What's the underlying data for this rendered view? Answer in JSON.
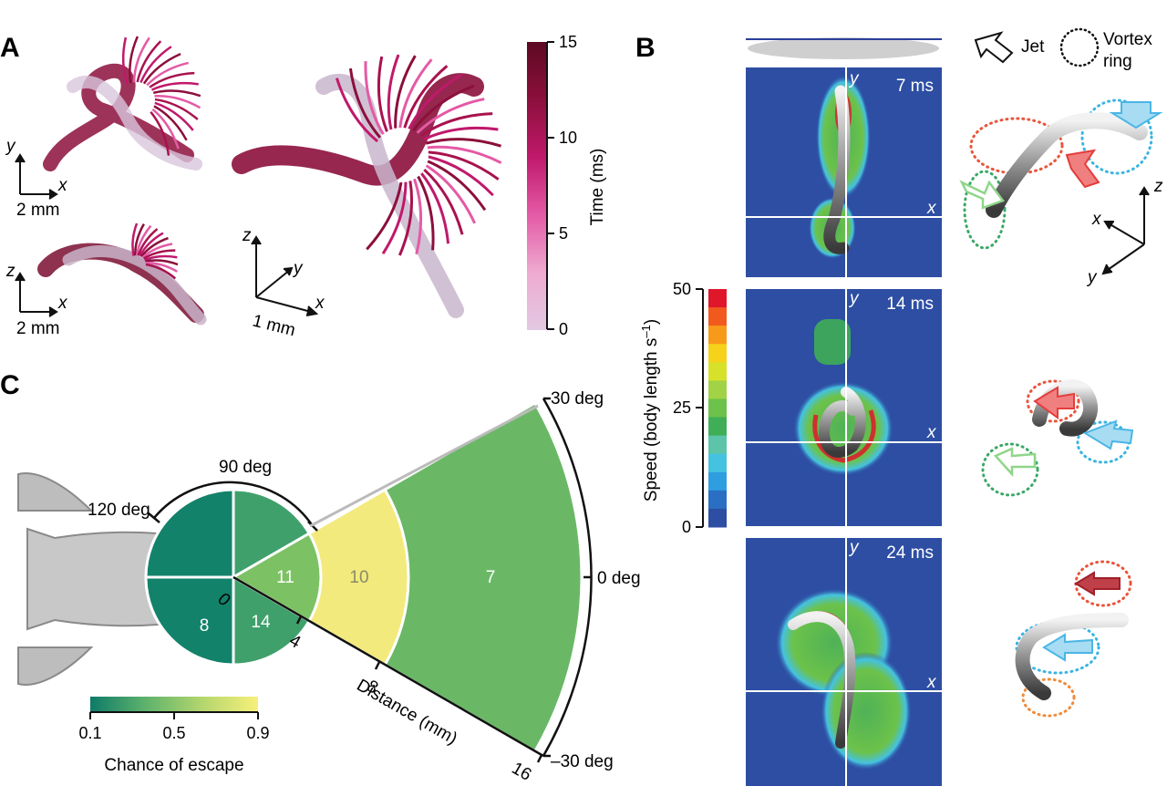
{
  "panels": {
    "a": "A",
    "b": "B",
    "c": "C"
  },
  "panel_a": {
    "axes_top": {
      "y": "y",
      "x": "x",
      "scale": "2 mm"
    },
    "axes_bottom": {
      "z": "z",
      "x": "x",
      "scale": "2 mm"
    },
    "axes_3d": {
      "z": "z",
      "y": "y",
      "x": "x",
      "scale": "1 mm"
    }
  },
  "time_colorbar": {
    "label": "Time (ms)",
    "ticks": [
      "15",
      "10",
      "5",
      "0"
    ],
    "colors": [
      "#5c0a22",
      "#8c0f3c",
      "#c0196c",
      "#e45aa6",
      "#eeaad0",
      "#e3c9e3"
    ]
  },
  "panel_b": {
    "legend": {
      "jet": "Jet",
      "vortex_line1": "Vortex",
      "vortex_line2": "ring"
    },
    "frames": [
      {
        "time": "7 ms",
        "x": "x",
        "y": "y"
      },
      {
        "time": "14 ms",
        "x": "x",
        "y": "y"
      },
      {
        "time": "24 ms",
        "x": "x",
        "y": "y"
      }
    ],
    "axes_3d": {
      "z": "z",
      "x": "x",
      "y": "y"
    },
    "speed_colorbar": {
      "label": "Speed (body length s",
      "label_sup": "–1",
      "label_end": ")",
      "ticks": [
        "50",
        "25",
        "0"
      ],
      "colors": [
        "#e0162b",
        "#f25a1d",
        "#f89a19",
        "#f6d21a",
        "#d8e12a",
        "#a2d245",
        "#6cc24a",
        "#3fae57",
        "#5cc4a8",
        "#45c2e0",
        "#2f9ee0",
        "#2a6fc4",
        "#2d4ea3"
      ]
    },
    "flow_colors": {
      "blue": "#2d4ea3",
      "arrow_blue": "#4ab6e6",
      "arrow_red": "#e53c3c",
      "arrow_green": "#8fd68a"
    }
  },
  "panel_c": {
    "angle_labels": {
      "a30": "30 deg",
      "a0": "0 deg",
      "am30": "–30 deg",
      "a90": "90 deg",
      "a120": "120 deg"
    },
    "distance_label": "Distance (mm)",
    "distance_ticks": [
      "0",
      "4",
      "8",
      "16"
    ],
    "sectors": [
      {
        "id": "rear-upper",
        "value": "",
        "chance": 0.1,
        "color": "#13826a"
      },
      {
        "id": "rear-lower",
        "value": "8",
        "chance": 0.1,
        "color": "#13826a"
      },
      {
        "id": "mid-upper",
        "value": "",
        "chance": 0.3,
        "color": "#3fa06c"
      },
      {
        "id": "mid-lower",
        "value": "14",
        "chance": 0.3,
        "color": "#3fa06c"
      },
      {
        "id": "front-inner",
        "value": "11",
        "chance": 0.55,
        "color": "#7cc264"
      },
      {
        "id": "front-middle",
        "value": "10",
        "chance": 0.9,
        "color": "#f2ea7c"
      },
      {
        "id": "front-outer",
        "value": "7",
        "chance": 0.5,
        "color": "#6ab866"
      }
    ],
    "colorbar": {
      "label": "Chance of escape",
      "ticks": [
        "0.1",
        "0.5",
        "0.9"
      ],
      "colors": [
        "#0e7a68",
        "#5fb36c",
        "#b4d66e",
        "#f7f07a"
      ]
    }
  }
}
